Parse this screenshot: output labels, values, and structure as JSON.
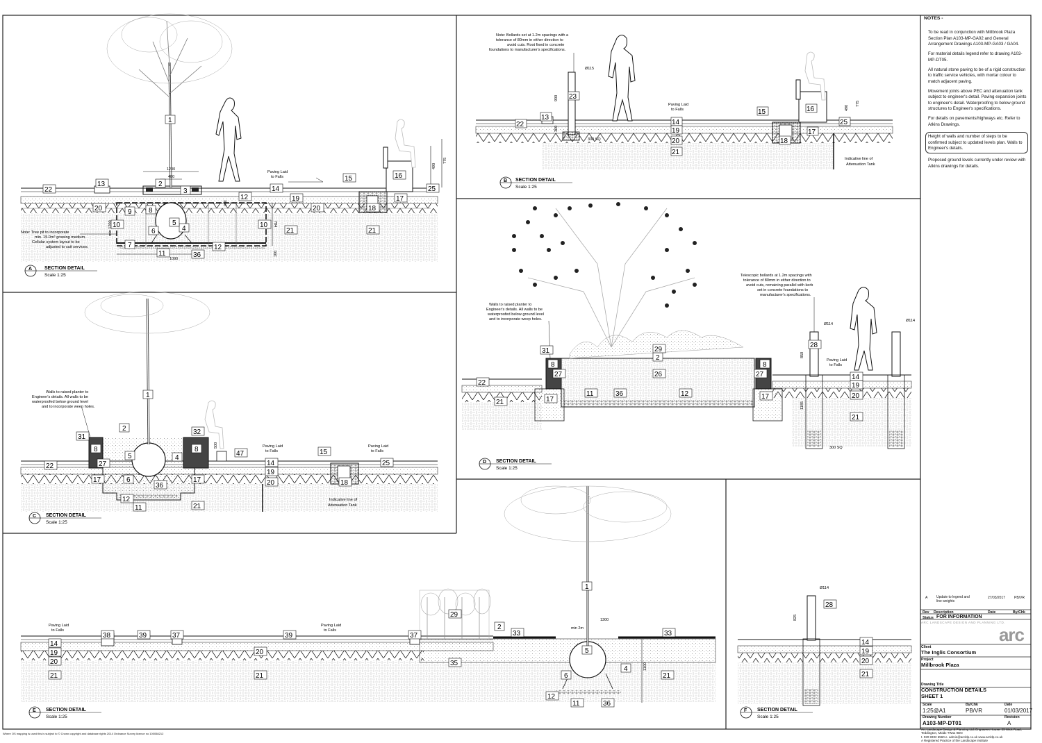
{
  "panels": {
    "A": {
      "letter": "A",
      "title": "SECTION DETAIL",
      "scale": "Scale 1:25"
    },
    "B": {
      "letter": "B",
      "title": "SECTION DETAIL",
      "scale": "Scale 1:25"
    },
    "C": {
      "letter": "C",
      "title": "SECTION DETAIL",
      "scale": "Scale 1:25"
    },
    "D": {
      "letter": "D",
      "title": "SECTION DETAIL",
      "scale": "Scale 1:25"
    },
    "E": {
      "letter": "E",
      "title": "SECTION DETAIL",
      "scale": "Scale 1:25"
    },
    "F": {
      "letter": "F",
      "title": "SECTION DETAIL",
      "scale": "Scale 1:25"
    }
  },
  "annotations": {
    "a_tree_pit": [
      "Note: Tree pit to incorporate",
      "min. 15.0m³ growing medium.",
      "Cellular system layout to be",
      "adjusted to suit services."
    ],
    "b_bollards": [
      "Note: Bollards set at 1.2m spacings with a",
      "tolerance of 80mm in either direction to",
      "avoid cuts. Root fixed in concrete",
      "foundations to manufacturer's specifications."
    ],
    "c_walls": [
      "Walls to raised planter to",
      "Engineer's details. All walls to be",
      "waterproofed below ground level",
      "and to incorporate weep holes."
    ],
    "d_walls": [
      "Walls to raised planter to",
      "Engineer's details. All walls to be",
      "waterproofed below ground level",
      "and to incorporate weep holes."
    ],
    "d_telescopic": [
      "Telescopic bollards at 1.2m spacings with",
      "tolerance of 80mm in either direction to",
      "avoid cuts, remaining parallel with kerb",
      "set in concrete foundations to",
      "manufacturer's specifications."
    ],
    "paving_laid": [
      "Paving Laid",
      "to Falls"
    ],
    "attenuation": [
      "Indicative line of",
      "Attenuation Tank"
    ]
  },
  "dims": {
    "a_1200": "1200",
    "a_400": "400",
    "a_300": "300",
    "a_784": "784",
    "a_min1200": "min 1200",
    "a_1090": "1090",
    "a_100": "100",
    "a_490": "490",
    "a_775": "775",
    "b_115": "Ø115",
    "b_900": "900",
    "b_300": "300",
    "b_300sq": "300 SQ",
    "b_490": "490",
    "b_775": "775",
    "c_500": "500",
    "d_114a": "Ø114",
    "d_114b": "Ø114",
    "d_850": "850",
    "d_1185": "1185",
    "d_300sq": "300 SQ",
    "e_1300": "1300",
    "e_min2m": "min 2m",
    "e_1100": "1100",
    "f_114": "Ø114",
    "f_825": "825"
  },
  "notes": {
    "header": "NOTES -",
    "items": [
      "To be read in conjunction with Millbrook Plaza Section Plan A103-MP-GA02 and General Arrangement Drawings A103-MP-GA03 / GA04.",
      "For material details legend refer to drawing A103-MP-DT05.",
      "All natural stone paving to be of a rigid construction to traffic service vehicles, with mortar colour to match adjacent paving.",
      "Movement joints above PEC and attenuation tank subject to engineer's detail. Paving expansion joints to engineer's detail. Waterproofing to below ground structures to Engineer's specifications.",
      "For details on pavements/highways etc. Refer to Atkins Drawings."
    ],
    "boxed": "Height of walls and number of steps to be confirmed subject to updated levels plan. Walls to Engineer's details.",
    "last": "Proposed ground levels currently under review with Atkins drawings for details."
  },
  "title_block": {
    "rev_row": {
      "rev": "A",
      "desc": "Update to legend and line weights",
      "date": "27/03/2017",
      "bychk": "PB/VR"
    },
    "rev_headers": {
      "rev": "Rev",
      "desc": "Description",
      "date": "Date",
      "bychk": "By/Chk"
    },
    "status_label": "Status",
    "status": "FOR INFORMATION",
    "company": "ARC LANDSCAPE DESIGN AND PLANNING LTD.",
    "logo": "arc",
    "client_label": "Client",
    "client": "The Inglis Consortium",
    "project_label": "Project",
    "project": "Millbrook Plaza",
    "drawing_title_label": "Drawing Title",
    "drawing_title_1": "CONSTRUCTION DETAILS",
    "drawing_title_2": "SHEET 1",
    "scale_label": "Scale",
    "bychk_label": "By/Chk",
    "date_label": "Date",
    "scale": "1:25@A1",
    "bychk": "PB/VR",
    "date": "01/03/2017",
    "drawing_number_label": "Drawing Number",
    "revision_label": "Revision",
    "drawing_number": "A103-MP-DT01",
    "revision": "A",
    "address": "Arc Landscape Design & Planning Ltd, Engravers House, 35 Wick Road, Teddington, Middx TW11 9DN",
    "contact": "t. 020 8332 6560   e. admin@arcldp.co.uk   www.arcldp.co.uk",
    "member": "A Registered Practice of the Landscape Institute"
  },
  "footer": "Where OS mapping is used this is subject to © Crown copyright and database rights 2014 Ordnance Survey licence no 100058212"
}
